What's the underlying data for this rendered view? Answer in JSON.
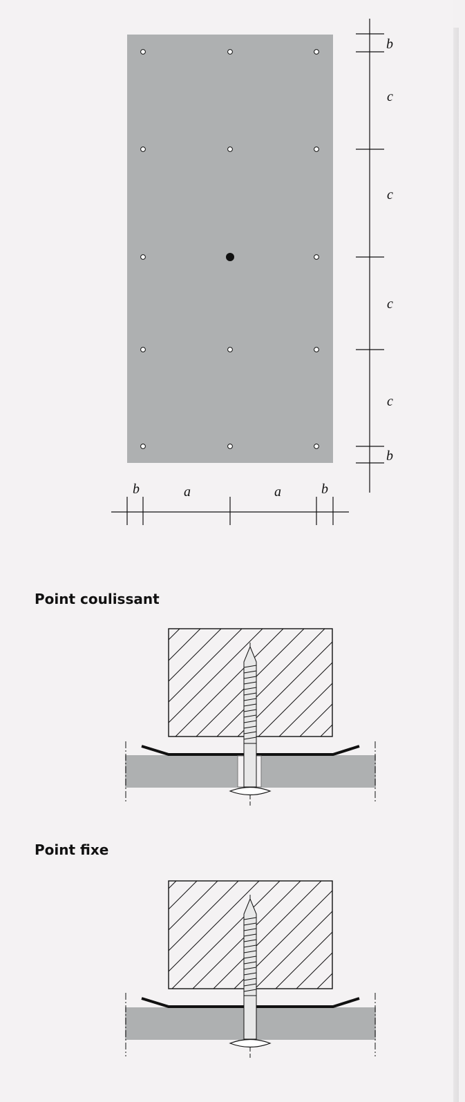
{
  "sections": {
    "sliding_point": {
      "title": "Point coulissant"
    },
    "fixed_point": {
      "title": "Point fixe"
    }
  },
  "dimensions": {
    "a": "a",
    "b": "b",
    "c": "c"
  },
  "colors": {
    "background": "#f4f2f3",
    "panel_gray": "#aeb0b1",
    "line": "#111111",
    "hole": "#ffffff",
    "fixed_point": "#111111"
  },
  "icons": {
    "fixing_point": "circle",
    "fixed_fixing_point": "filled-circle",
    "screw": "screw-cross-section"
  }
}
